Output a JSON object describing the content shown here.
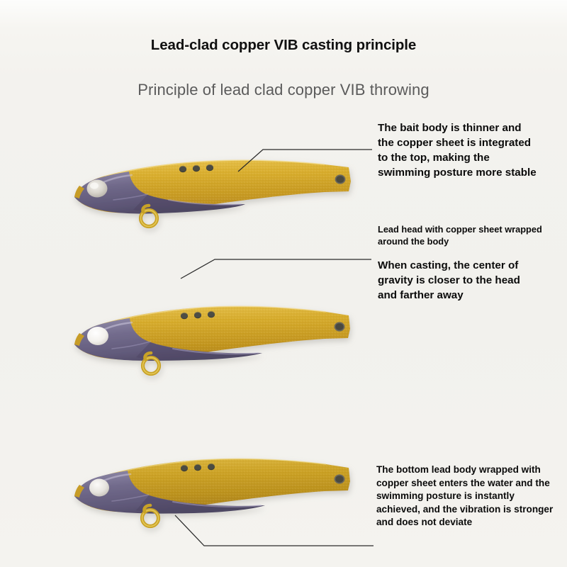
{
  "page": {
    "title": "Lead-clad copper VIB casting principle",
    "subtitle": "Principle of lead clad copper VIB throwing",
    "background_color": "#f3f2ee"
  },
  "annotations": [
    {
      "id": "anno-top-copper-sheet",
      "text": "The bait body is thinner and the copper sheet is integrated to the top, making the swimming posture more stable",
      "emphasis": "large"
    },
    {
      "id": "anno-lead-head",
      "text": "Lead head with copper sheet wrapped around the body",
      "emphasis": "small"
    },
    {
      "id": "anno-center-of-gravity",
      "text": "When casting, the center of gravity is closer to the head and farther away",
      "emphasis": "large"
    },
    {
      "id": "anno-bottom-lead-body",
      "text": "The bottom lead body wrapped with copper sheet enters the water and the swimming posture is instantly achieved, and the vibration is stronger and does not deviate",
      "emphasis": "medium"
    }
  ],
  "lures": [
    {
      "id": "lure-top",
      "label": "VIB fishing lure, top view with copper sheet along the back",
      "copper_color": "#d7a828",
      "lead_color": "#6b6585",
      "eye_color": "#d8d5cf",
      "ring_color": "#c8a227",
      "holes": 3
    },
    {
      "id": "lure-middle",
      "label": "VIB fishing lure, lead head with copper sheet wrapped around the body",
      "copper_color": "#d7a828",
      "lead_color": "#6b6585",
      "eye_color": "#f2f1ee",
      "ring_color": "#c8a227",
      "holes": 3
    },
    {
      "id": "lure-bottom",
      "label": "VIB fishing lure, bottom lead body wrapped with copper sheet",
      "copper_color": "#c8a12c",
      "lead_color": "#6b6585",
      "eye_color": "#e9e7e4",
      "ring_color": "#c8a227",
      "holes": 3
    }
  ],
  "leader_lines": [
    {
      "id": "leader-top",
      "from": "lure-top-back",
      "to": "anno-top-copper-sheet"
    },
    {
      "id": "leader-middle",
      "from": "lure-middle-eye",
      "to": "anno-center-of-gravity"
    },
    {
      "id": "leader-bottom",
      "from": "lure-bottom-belly",
      "to": "anno-bottom-lead-body"
    }
  ]
}
